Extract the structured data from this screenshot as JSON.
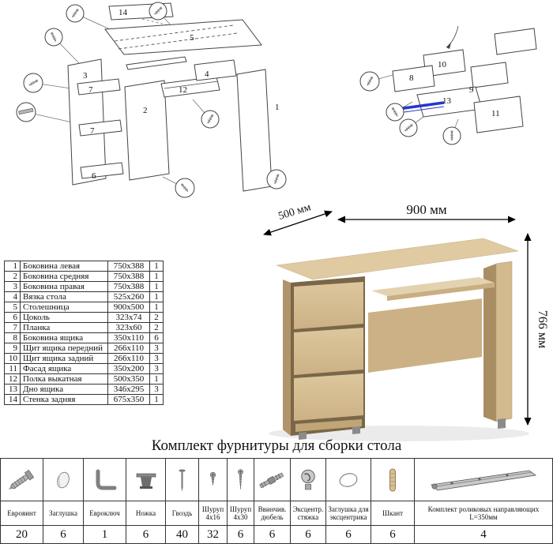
{
  "diagrams": {
    "left": {
      "labels": [
        "14",
        "5",
        "3",
        "7",
        "2",
        "12",
        "4",
        "7",
        "6",
        "1"
      ]
    },
    "right": {
      "labels": [
        "10",
        "8",
        "9",
        "13",
        "11"
      ]
    }
  },
  "desk": {
    "dim_width": "900 мм",
    "dim_depth": "500 мм",
    "dim_height": "766 мм",
    "wood_color": "#d5bd93",
    "rail_highlight_color": "#2538c8"
  },
  "parts_table": {
    "rows": [
      {
        "num": "1",
        "name": "Боковина левая",
        "size": "750x388",
        "qty": "1"
      },
      {
        "num": "2",
        "name": "Боковина средняя",
        "size": "750x388",
        "qty": "1"
      },
      {
        "num": "3",
        "name": "Боковина правая",
        "size": "750x388",
        "qty": "1"
      },
      {
        "num": "4",
        "name": "Вязка стола",
        "size": "525x260",
        "qty": "1"
      },
      {
        "num": "5",
        "name": "Столешница",
        "size": "900x500",
        "qty": "1"
      },
      {
        "num": "6",
        "name": "Цоколь",
        "size": "323x74",
        "qty": "2"
      },
      {
        "num": "7",
        "name": "Планка",
        "size": "323x60",
        "qty": "2"
      },
      {
        "num": "8",
        "name": "Боковина ящика",
        "size": "350x110",
        "qty": "6"
      },
      {
        "num": "9",
        "name": "Щит ящика передний",
        "size": "266x110",
        "qty": "3"
      },
      {
        "num": "10",
        "name": "Щит ящика задний",
        "size": "266x110",
        "qty": "3"
      },
      {
        "num": "11",
        "name": "Фасад ящика",
        "size": "350x200",
        "qty": "3"
      },
      {
        "num": "12",
        "name": "Полка выкатная",
        "size": "500x350",
        "qty": "1"
      },
      {
        "num": "13",
        "name": "Дно ящика",
        "size": "346x295",
        "qty": "3"
      },
      {
        "num": "14",
        "name": "Стенка задняя",
        "size": "675x350",
        "qty": "1"
      }
    ]
  },
  "hardware": {
    "title": "Комплект фурнитуры для сборки стола",
    "items": [
      {
        "icon": "euro-screw-icon",
        "label": "Евровинт",
        "qty": "20"
      },
      {
        "icon": "cap-icon",
        "label": "Заглушка",
        "qty": "6"
      },
      {
        "icon": "hex-key-icon",
        "label": "Евроключ",
        "qty": "1"
      },
      {
        "icon": "leg-icon",
        "label": "Ножка",
        "qty": "6"
      },
      {
        "icon": "nail-icon",
        "label": "Гвоздь",
        "qty": "40"
      },
      {
        "icon": "screw-4x16-icon",
        "label": "Шуруп 4x16",
        "qty": "32"
      },
      {
        "icon": "screw-4x30-icon",
        "label": "Шуруп 4x30",
        "qty": "6"
      },
      {
        "icon": "dowel-screw-icon",
        "label": "Ввинчив. дюбель",
        "qty": "6"
      },
      {
        "icon": "cam-lock-icon",
        "label": "Эксцентр. стяжка",
        "qty": "6"
      },
      {
        "icon": "cam-cap-icon",
        "label": "Заглушка для эксцентрика",
        "qty": "6"
      },
      {
        "icon": "wood-dowel-icon",
        "label": "Шкант",
        "qty": "6"
      },
      {
        "icon": "drawer-slides-icon",
        "label": "Комплект роликовых направляющих L=350мм",
        "qty": "4"
      }
    ]
  }
}
